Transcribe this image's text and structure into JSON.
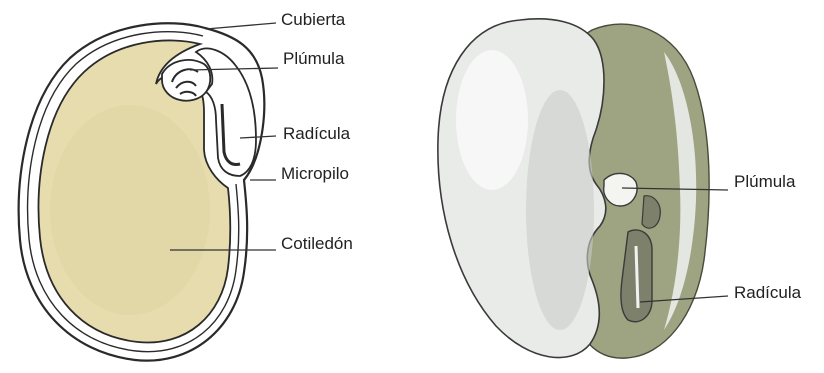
{
  "left_seed": {
    "labels": {
      "cubierta": "Cubierta",
      "plumula": "Plúmula",
      "radicula": "Radícula",
      "micropilo": "Micropilo",
      "cotiledon": "Cotiledón"
    }
  },
  "right_seed": {
    "labels": {
      "plumula": "Plúmula",
      "radicula": "Radícula"
    }
  },
  "colors": {
    "cotyledon_fill": "#e6dcae",
    "seed_coat_fill": "#ffffff",
    "outline": "#2a2a2a",
    "label_line": "#333333",
    "embryo_fill": "#8f8f72",
    "bean_white": "#e9ebe9",
    "bean_shadow": "#c9cdc9",
    "cotyledon_green": "#9ea382"
  }
}
